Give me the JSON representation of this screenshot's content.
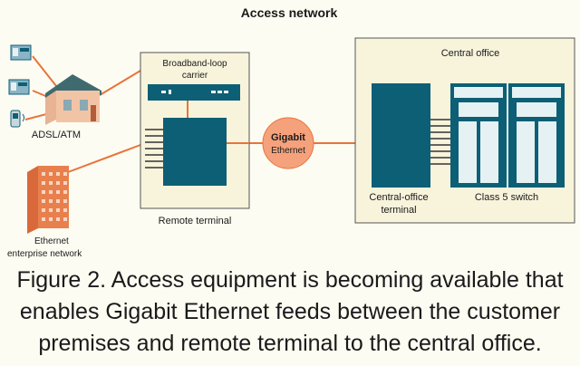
{
  "diagram": {
    "title": "Access network",
    "remote_terminal": {
      "carrier_label_line1": "Broadband-loop",
      "carrier_label_line2": "carrier",
      "label": "Remote terminal"
    },
    "customer_premises": {
      "adsl_label": "ADSL/ATM",
      "ethernet_label_line1": "Ethernet",
      "ethernet_label_line2": "enterprise network"
    },
    "gigabit": {
      "line1": "Gigabit",
      "line2": "Ethernet"
    },
    "central_office": {
      "title": "Central office",
      "terminal_label_line1": "Central-office",
      "terminal_label_line2": "terminal",
      "switch_label": "Class 5 switch"
    },
    "colors": {
      "accent_orange": "#e8743c",
      "circle_fill": "#f5a27c",
      "dark_teal": "#0d5f75",
      "box_fill": "#f8f4dc",
      "building_orange": "#e8804e"
    }
  },
  "caption": {
    "line1": "Figure 2. Access equipment is becoming available that",
    "line2": "enables Gigabit Ethernet feeds between the customer",
    "line3": "premises and remote terminal to the central office."
  }
}
